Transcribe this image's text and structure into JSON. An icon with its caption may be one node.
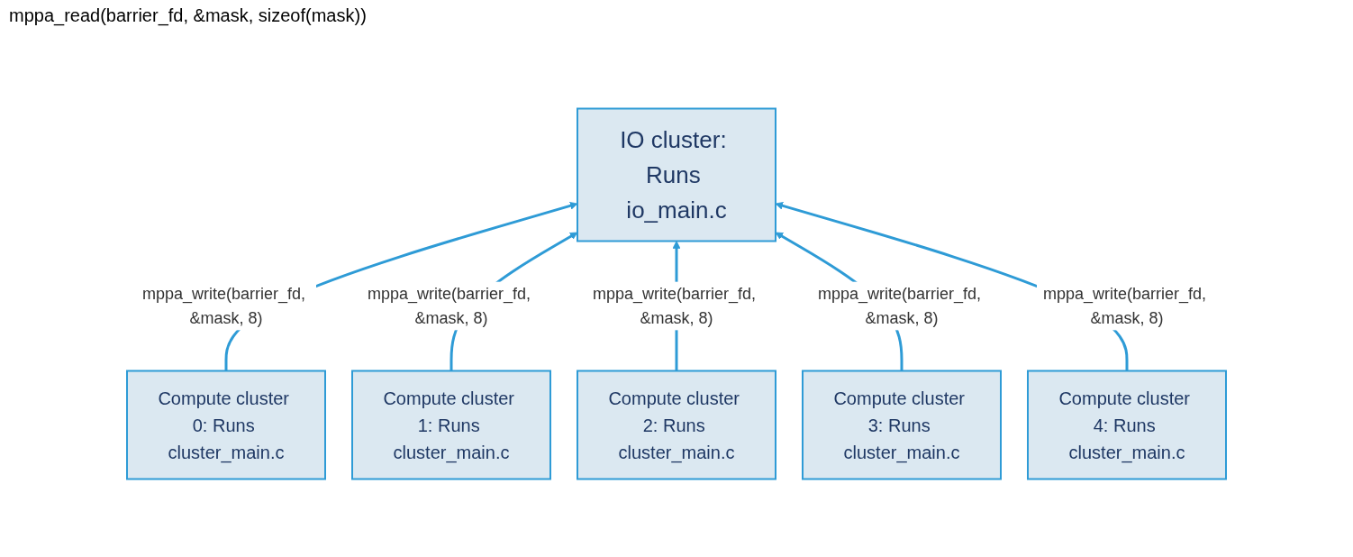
{
  "diagram": {
    "nodes": [
      {
        "text": [
          "IO cluster: Runs io_main.c"
        ]
      },
      {
        "text": [
          "Compute cluster 0: Runs cluster_main.c"
        ]
      },
      {
        "text": [
          "Compute cluster 1: Runs cluster_main.c"
        ]
      },
      {
        "text": [
          "Compute cluster 2: Runs cluster_main.c"
        ]
      },
      {
        "text": [
          "Compute cluster 3: Runs cluster_main.c"
        ]
      },
      {
        "text": [
          "Compute cluster 4: Runs cluster_main.c"
        ]
      }
    ],
    "edges": [
      {
        "from": 1,
        "to": 0,
        "arrow": "to",
        "label": "mppa_write(barrier_fd, &mask, 8)"
      },
      {
        "from": 2,
        "to": 0,
        "arrow": "to",
        "label": "mppa_write(barrier_fd, &mask, 8)"
      },
      {
        "from": 3,
        "to": 0,
        "arrow": "to",
        "label": "mppa_write(barrier_fd, &mask, 8)"
      },
      {
        "from": 4,
        "to": 0,
        "arrow": "to",
        "label": "mppa_write(barrier_fd, &mask, 8)"
      },
      {
        "from": 5,
        "to": 0,
        "arrow": "to",
        "label": "mppa_write(barrier_fd, &mask, 8)"
      }
    ],
    "labels": [
      "mppa_read(barrier_fd, &mask, sizeof(mask))"
    ]
  }
}
